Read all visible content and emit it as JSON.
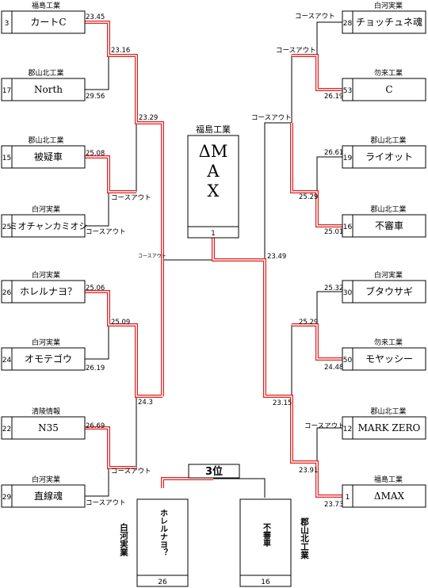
{
  "champion": {
    "school": "福島工業",
    "name_lines": [
      "ΔM",
      "A",
      "X"
    ],
    "number": "1"
  },
  "third_place": {
    "title": "3位",
    "left": {
      "school": "白河実業",
      "name": "ホレルナヨ？",
      "number": "26"
    },
    "right": {
      "school": "郡山北工業",
      "name": "不審車",
      "number": "16"
    }
  },
  "left_entries": [
    {
      "school": "福島工業",
      "name": "カートC",
      "number": "3"
    },
    {
      "school": "郡山北工業",
      "name": "North",
      "number": "17"
    },
    {
      "school": "郡山北工業",
      "name": "被疑車",
      "number": "15"
    },
    {
      "school": "白河実業",
      "name": "ミオチャンカミオシ",
      "number": "25"
    },
    {
      "school": "白河実業",
      "name": "ホレルナヨ？",
      "number": "26"
    },
    {
      "school": "白河実業",
      "name": "オモテゴウ",
      "number": "24"
    },
    {
      "school": "清陵情報",
      "name": "N35",
      "number": "22"
    },
    {
      "school": "白河実業",
      "name": "直線魂",
      "number": "29"
    }
  ],
  "right_entries": [
    {
      "school": "白河実業",
      "name": "チョッチュネ魂",
      "number": "28"
    },
    {
      "school": "勿来工業",
      "name": "C",
      "number": "53"
    },
    {
      "school": "郡山北工業",
      "name": "ライオット",
      "number": "19"
    },
    {
      "school": "郡山北工業",
      "name": "不審車",
      "number": "16"
    },
    {
      "school": "白河実業",
      "name": "ブタウサギ",
      "number": "30"
    },
    {
      "school": "勿来工業",
      "name": "モヤッシー",
      "number": "50"
    },
    {
      "school": "郡山北工業",
      "name": "MARK ZERO",
      "number": "12"
    },
    {
      "school": "福島工業",
      "name": "ΔMAX",
      "number": "1"
    }
  ],
  "labels": [
    "23.45",
    "29.56",
    "23.16",
    "25.08",
    "コースアウト",
    "コースアウト",
    "23.29",
    "コースアウト",
    "25.06",
    "26.19",
    "25.09",
    "26.69",
    "コースアウト",
    "コースアウト",
    "24.3",
    "コースアウト",
    "26.19",
    "コースアウト",
    "26.61",
    "25.01",
    "25.29",
    "コースアウト",
    "23.49",
    "25.32",
    "24.48",
    "25.29",
    "コースアウト",
    "23.73",
    "23.91",
    "23.15"
  ]
}
